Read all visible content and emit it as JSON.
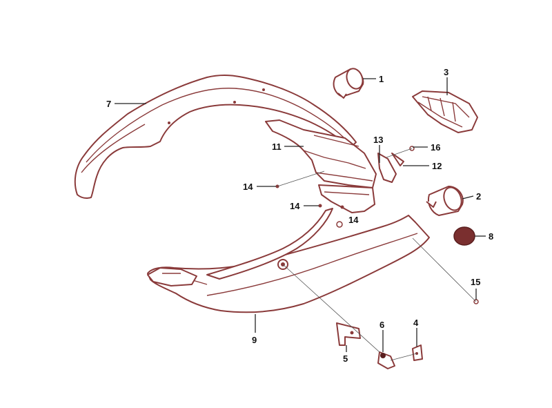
{
  "diagram": {
    "colors": {
      "outline": "#8a3a3a",
      "leader": "#222222",
      "highlight": "#7a2f2f"
    },
    "callouts": {
      "c1": "1",
      "c2": "2",
      "c3": "3",
      "c4": "4",
      "c5": "5",
      "c6": "6",
      "c7": "7",
      "c8": "8",
      "c9": "9",
      "c11": "11",
      "c12": "12",
      "c13": "13",
      "c14a": "14",
      "c14b": "14",
      "c14c": "14",
      "c15": "15",
      "c16": "16"
    }
  }
}
